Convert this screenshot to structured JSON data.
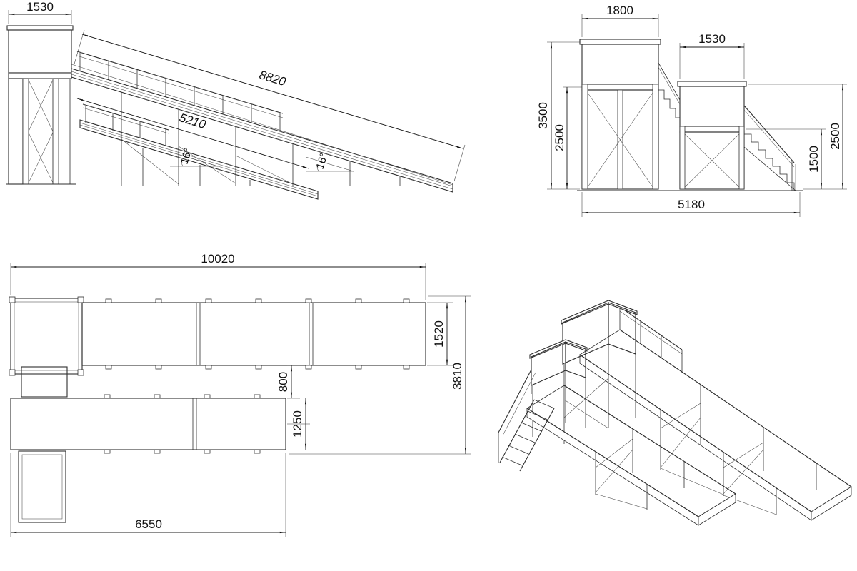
{
  "sheet": {
    "background": "#ffffff",
    "line_color": "#2f2f2f",
    "dim_color": "#111111"
  },
  "views": {
    "side": {
      "dim_top_width": "1530",
      "dim_slide_long": "8820",
      "dim_slide_short": "5210",
      "dim_angle_1": "16°",
      "dim_angle_2": "16°"
    },
    "front": {
      "dim_tower_width": "1800",
      "dim_platform_width": "1530",
      "dim_height_total": "3500",
      "dim_height_floor": "2500",
      "dim_platform_floor": "1500",
      "dim_platform_rail": "2500",
      "dim_base_length": "5180"
    },
    "plan": {
      "dim_total_length": "10020",
      "dim_slide1_width": "1520",
      "dim_gap": "800",
      "dim_slide2_width": "1250",
      "dim_total_width": "3810",
      "dim_slide2_length": "6550"
    }
  }
}
